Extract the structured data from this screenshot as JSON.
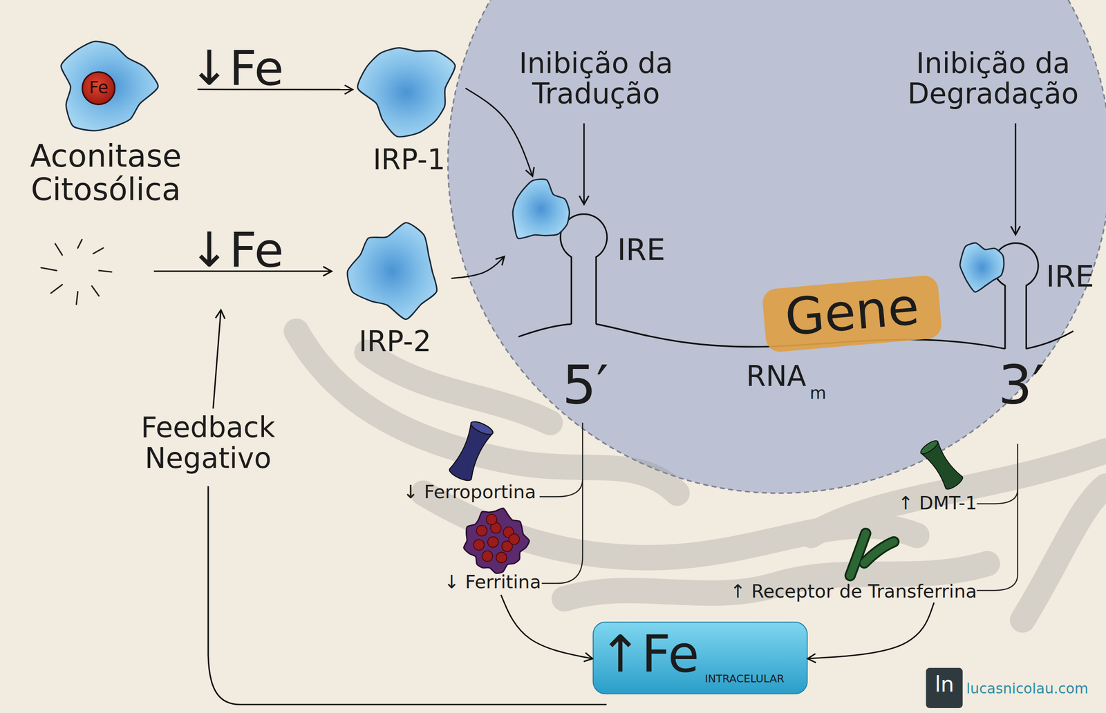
{
  "diagram": {
    "nodes": [
      {
        "text": [
          "Aconitase Citosólica"
        ]
      },
      {
        "text": [
          "Fe"
        ],
        "in": 0
      },
      {
        "text": [
          "IRP-1"
        ]
      },
      {
        "text": [
          "IRP-2"
        ]
      },
      {
        "text": [
          "IRE"
        ]
      },
      {
        "text": [
          "IRE"
        ]
      },
      {
        "text": [
          "Gene"
        ]
      },
      {
        "text": [
          "↓ Ferroportina"
        ]
      },
      {
        "text": [
          "↓ Ferritina"
        ]
      },
      {
        "text": [
          "↑ DMT-1"
        ]
      },
      {
        "text": [
          "↑ Receptor de Transferrina"
        ]
      },
      {
        "text": [
          "↑Fe",
          "INTRACELULAR"
        ]
      }
    ],
    "edges": [
      {
        "from": 0,
        "to": 2,
        "label": "↓Fe",
        "arrow": "to"
      },
      {
        "from": 2,
        "to": 4,
        "arrow": "to"
      },
      {
        "from": 3,
        "to": 4,
        "arrow": "to"
      },
      {
        "from": 8,
        "to": 11,
        "arrow": "to"
      },
      {
        "from": 10,
        "to": 11,
        "arrow": "to"
      }
    ],
    "labels": [
      "Inibição da Tradução",
      "Inibição da Degradação",
      "↓Fe",
      "5′",
      "RNA",
      "m",
      "3′",
      "Feedback Negativo",
      "ln",
      "lucasnicolau.com"
    ]
  }
}
